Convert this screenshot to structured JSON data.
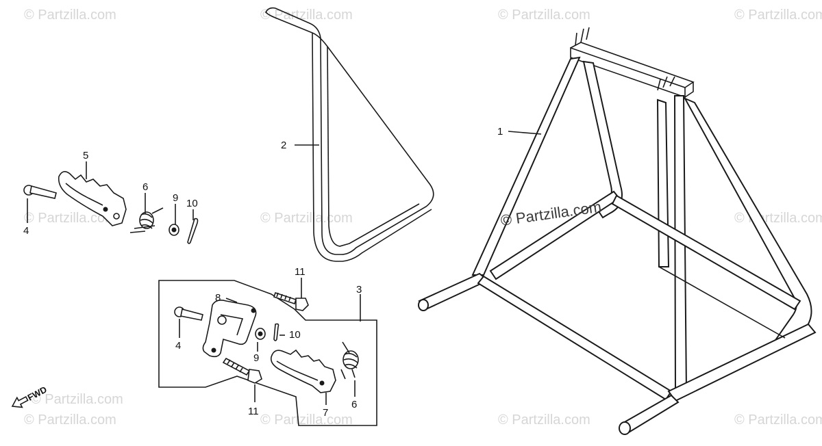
{
  "watermark": {
    "text": "© Partzilla.com",
    "center_text": "© Partzilla.com"
  },
  "callouts": {
    "c1": "1",
    "c2": "2",
    "c3": "3",
    "c4a": "4",
    "c4b": "4",
    "c5": "5",
    "c6a": "6",
    "c6b": "6",
    "c7": "7",
    "c8": "8",
    "c9a": "9",
    "c9b": "9",
    "c10a": "10",
    "c10b": "10",
    "c11a": "11",
    "c11b": "11"
  },
  "fwd_label": "FWD",
  "colors": {
    "line": "#1a1a1a",
    "watermark": "#d6d6d6",
    "background": "#ffffff"
  }
}
